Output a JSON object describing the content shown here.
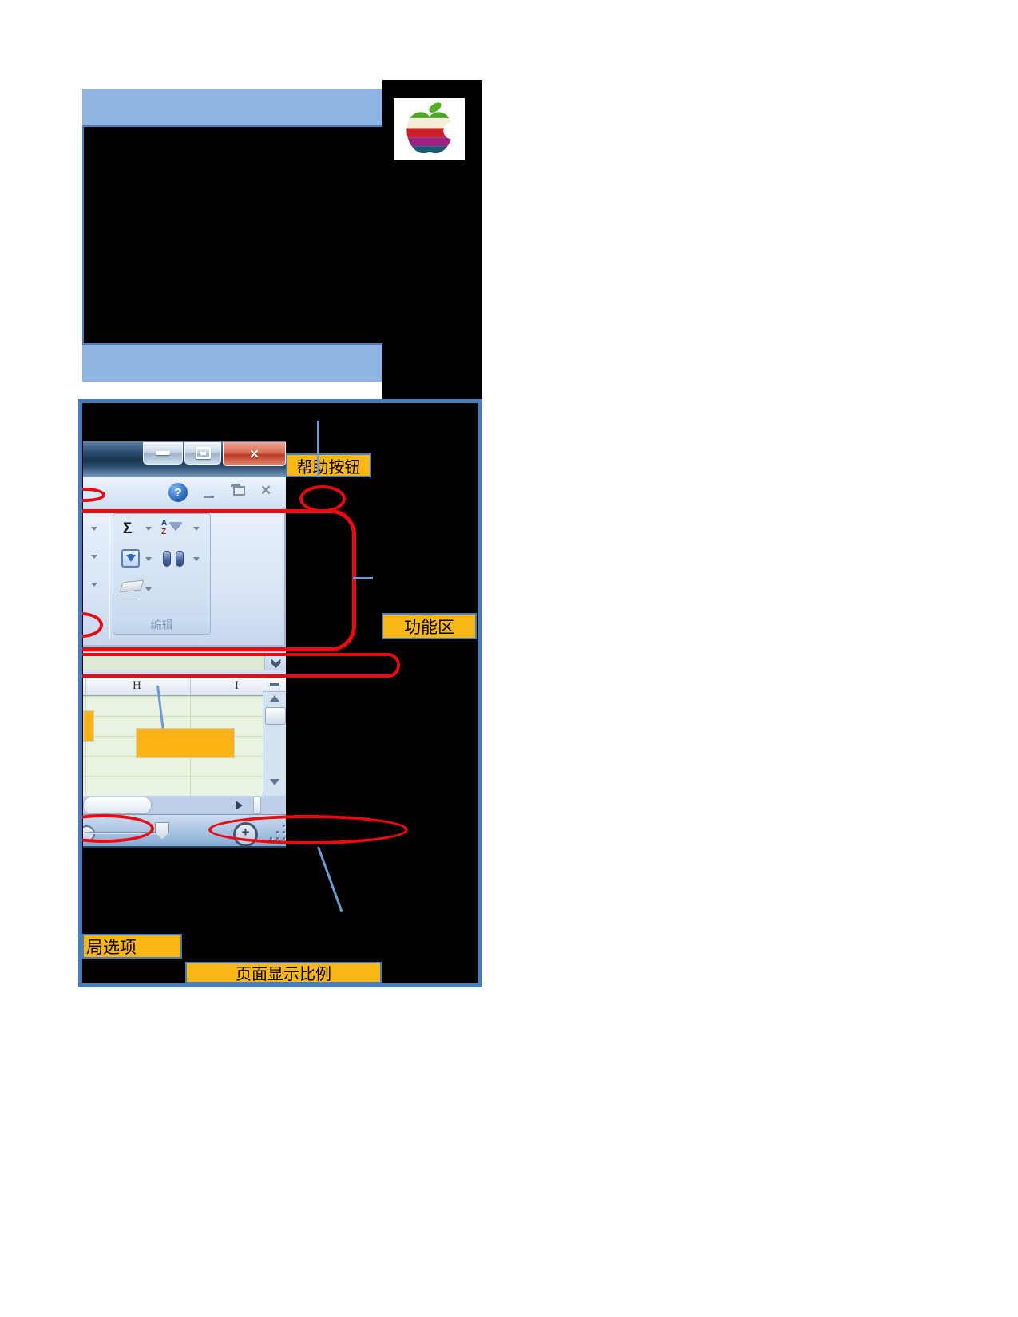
{
  "colors": {
    "accent_orange": "#FDB714",
    "annotation_red": "#EA0A12",
    "panel_border_blue": "#4A7EBB",
    "callout_blue": "#6F9AD0",
    "slide_band_blue": "#8EB4E3"
  },
  "panel": {
    "labels": {
      "help_button": "帮助按钮",
      "ribbon": "功能区",
      "layout_options": "局选项",
      "page_zoom": "页面显示比例"
    },
    "excel": {
      "edit_group_label": "编辑",
      "column_headers": [
        "H",
        "I"
      ],
      "glyphs": {
        "sigma": "Σ",
        "sort_a": "A",
        "sort_z": "Z",
        "help": "?",
        "close": "✕",
        "minus": "–",
        "plus": "+"
      }
    }
  }
}
